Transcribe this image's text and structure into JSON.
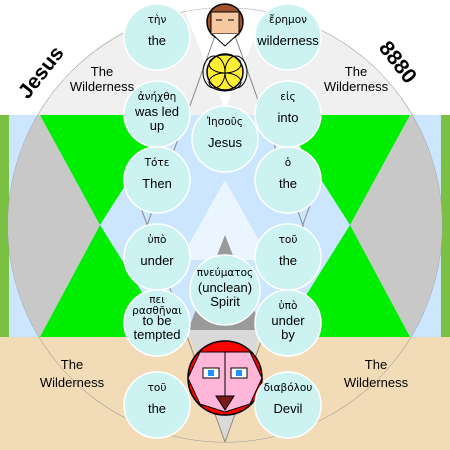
{
  "corner_labels": {
    "top_left": "Jesus",
    "top_right": "8880"
  },
  "region_labels": {
    "upper_left": [
      "The",
      "Wilderness"
    ],
    "upper_right": [
      "The",
      "Wilderness"
    ],
    "lower_left": [
      "The",
      "Wilderness"
    ],
    "lower_right": [
      "The",
      "Wilderness"
    ]
  },
  "colors": {
    "top_band": "#ffffff",
    "middle_band": "#cce6ff",
    "bottom_band": "#f2dcb8",
    "green": "#00ee00",
    "gray": "#c8c8c8",
    "bubble": "#ccf2f2",
    "big_circle": "#e9e9e9"
  },
  "bubbles": [
    {
      "greek": "τὴν",
      "english": [
        "the"
      ]
    },
    {
      "greek": "ἔρημον",
      "english": [
        "wilderness"
      ]
    },
    {
      "greek": "ἀνήχθη",
      "english": [
        "was led",
        "up"
      ]
    },
    {
      "greek": "εἰς",
      "english": [
        "into"
      ]
    },
    {
      "greek": "Ἰησοῦς",
      "english": [
        "Jesus"
      ]
    },
    {
      "greek": "Τότε",
      "english": [
        "Then"
      ]
    },
    {
      "greek": "ὁ",
      "english": [
        "the"
      ]
    },
    {
      "greek": "ὑπὸ",
      "english": [
        "under"
      ]
    },
    {
      "greek": "τοῦ",
      "english": [
        "the"
      ]
    },
    {
      "greek": "πνεύματος",
      "english": [
        "(unclean)",
        "Spirit"
      ]
    },
    {
      "greek": "πει\nρασθῆναι",
      "english": [
        "to be",
        "tempted"
      ]
    },
    {
      "greek": "ὑπὸ",
      "english": [
        "under",
        "by"
      ]
    },
    {
      "greek": "τοῦ",
      "english": [
        "the"
      ]
    },
    {
      "greek": "διαβόλου",
      "english": [
        "Devil"
      ]
    }
  ]
}
